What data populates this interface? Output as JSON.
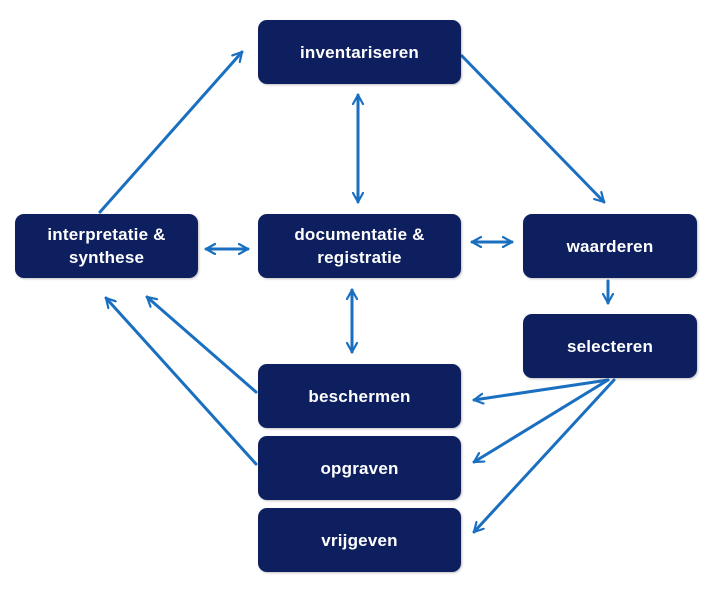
{
  "colors": {
    "node_fill": "#0d1f5e",
    "node_text": "#ffffff",
    "arrow": "#1a6fc0"
  },
  "nodes": {
    "inventariseren": "inventariseren",
    "documentatie": "documentatie &\nregistratie",
    "interpretatie": "interpretatie &\nsynthese",
    "waarderen": "waarderen",
    "selecteren": "selecteren",
    "beschermen": "beschermen",
    "opgraven": "opgraven",
    "vrijgeven": "vrijgeven"
  }
}
